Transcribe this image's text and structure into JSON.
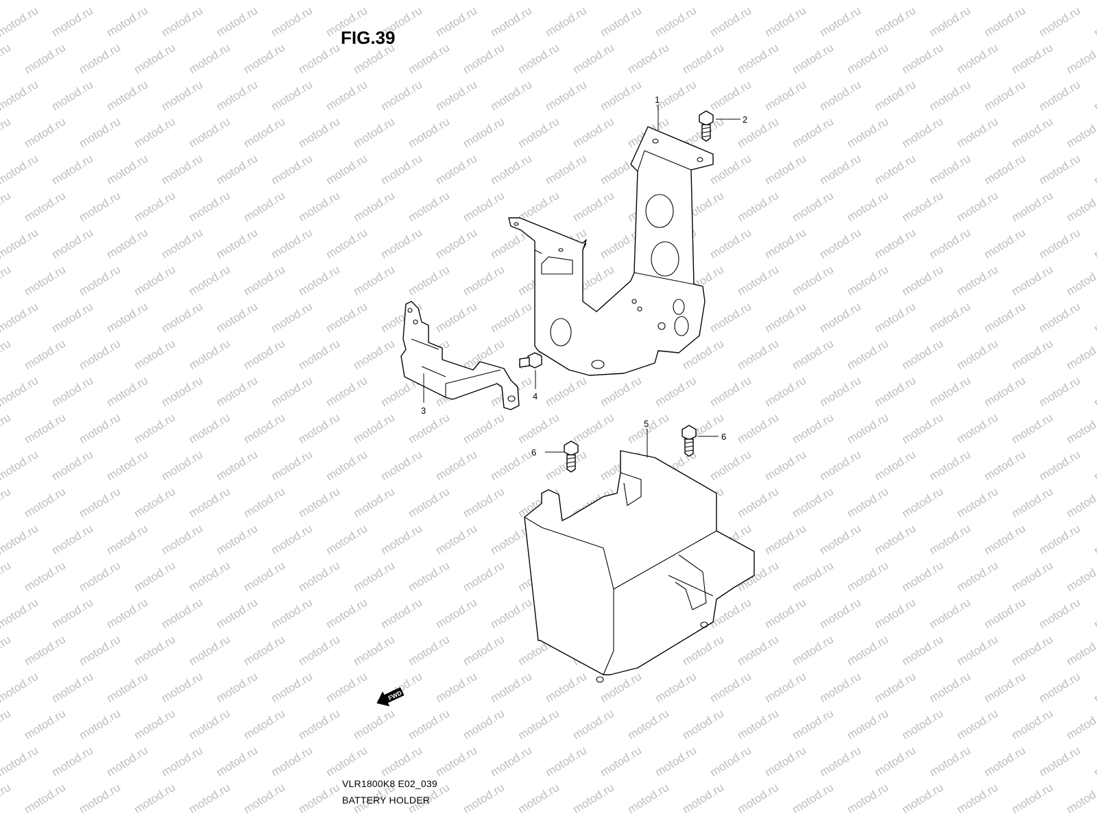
{
  "figure_title": "FIG.39",
  "watermark": "motod.ru",
  "caption": {
    "model_code": "VLR1800K8 E02_039",
    "assembly_name": "BATTERY HOLDER"
  },
  "direction_marker": "FWD",
  "callouts": [
    {
      "number": "1"
    },
    {
      "number": "2"
    },
    {
      "number": "3"
    },
    {
      "number": "4"
    },
    {
      "number": "5"
    },
    {
      "number": "6"
    },
    {
      "number": "6"
    }
  ]
}
